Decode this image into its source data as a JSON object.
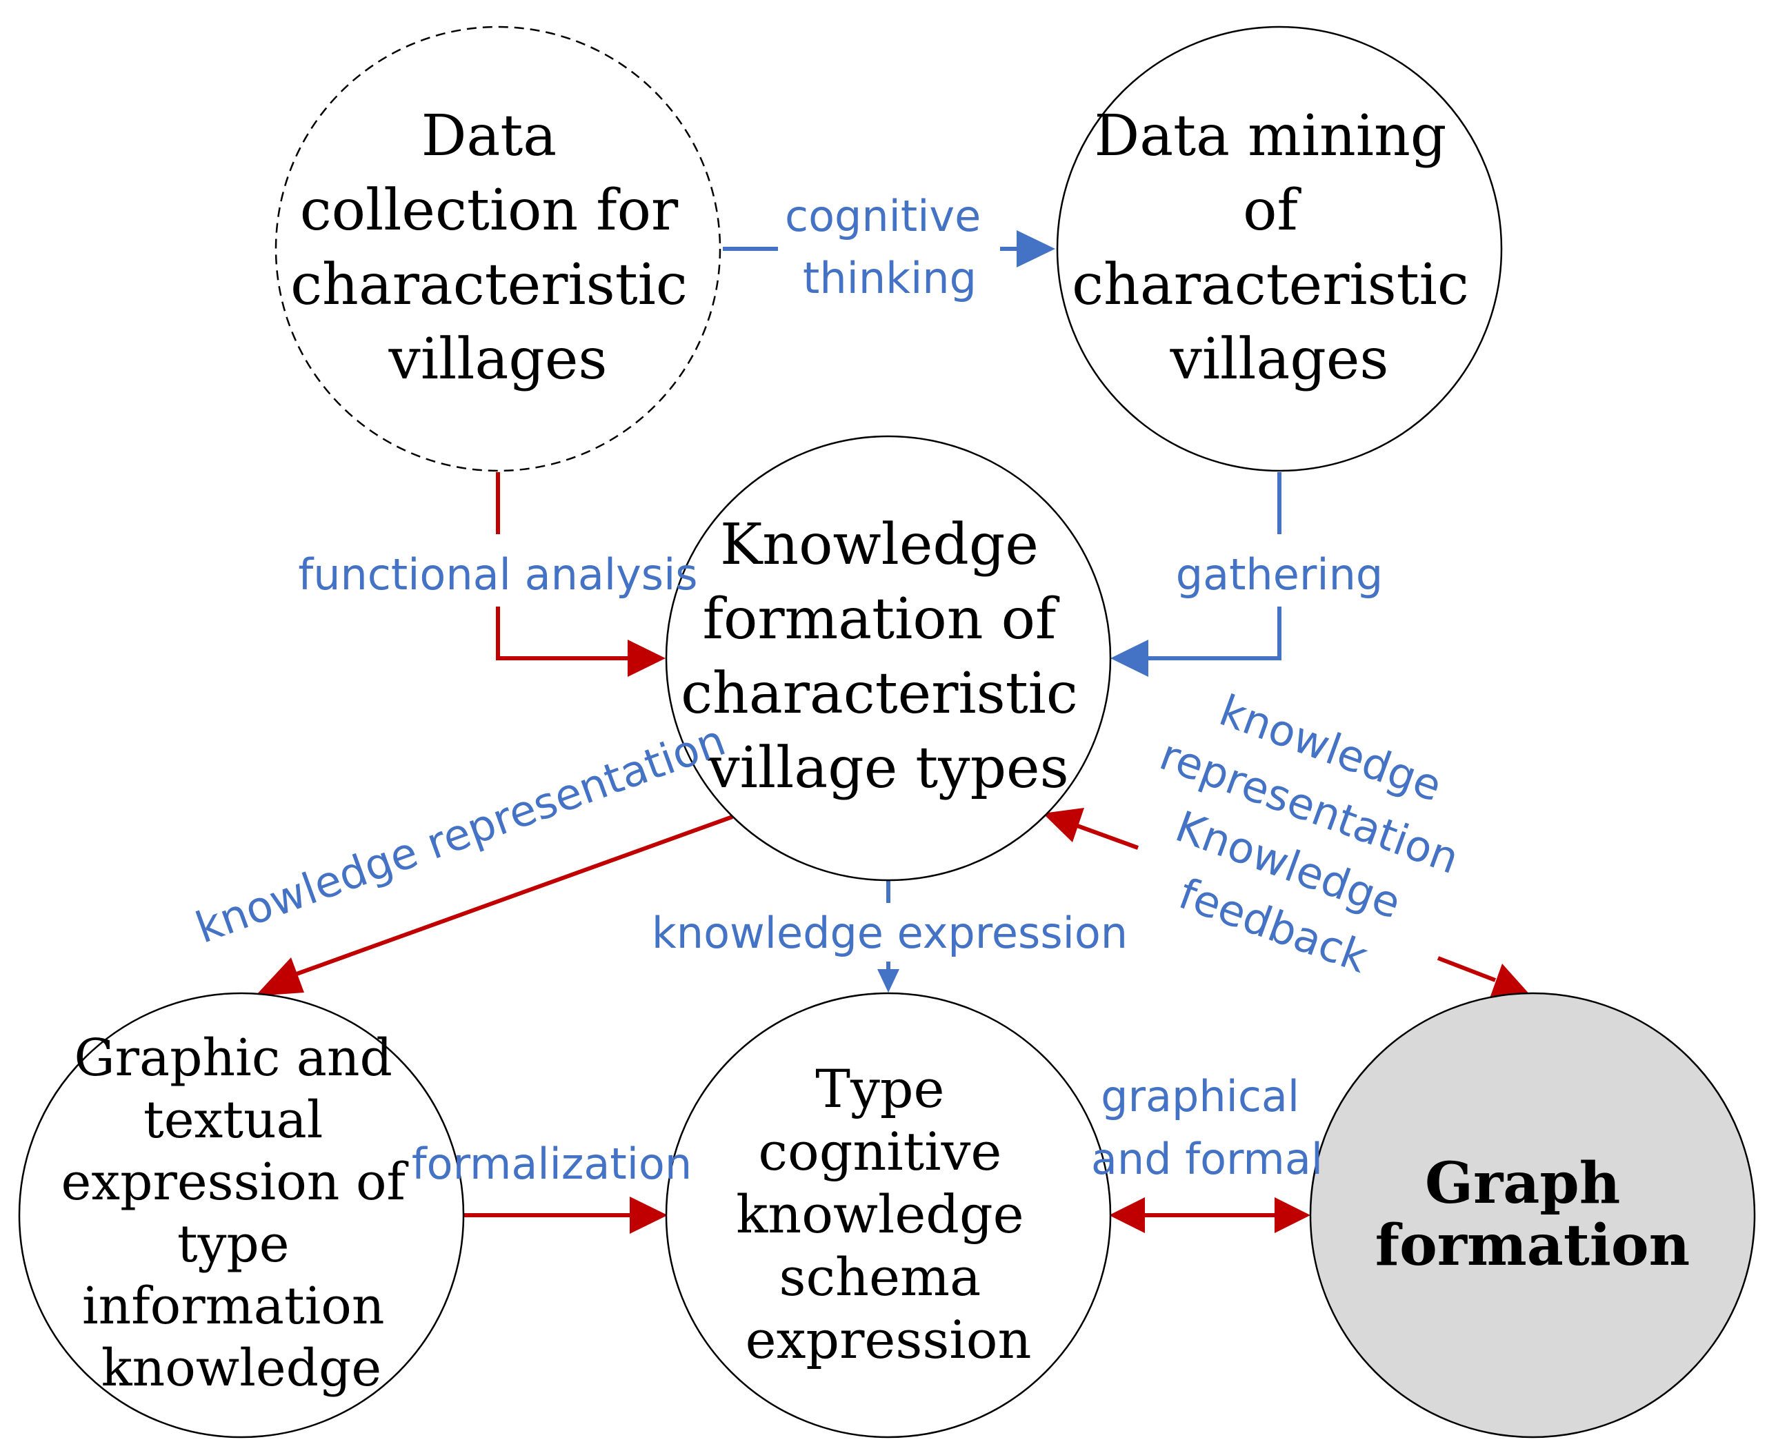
{
  "colors": {
    "blue": "#4472c4",
    "red": "#c00000",
    "node_stroke": "#000000",
    "highlight_fill": "#d9d9d9"
  },
  "nodes": {
    "data_collection": {
      "lines": [
        "Data",
        "collection for",
        "characteristic",
        "villages"
      ]
    },
    "data_mining": {
      "lines": [
        "Data mining",
        "of",
        "characteristic",
        "villages"
      ]
    },
    "knowledge_formation": {
      "lines": [
        "Knowledge",
        "formation of",
        "characteristic",
        "village types"
      ]
    },
    "graphic_textual": {
      "lines": [
        "Graphic and",
        "textual",
        "expression of",
        "type",
        "information",
        "knowledge"
      ]
    },
    "type_schema": {
      "lines": [
        "Type",
        "cognitive",
        "knowledge",
        "schema",
        "expression"
      ]
    },
    "graph_formation": {
      "lines": [
        "Graph",
        "formation"
      ]
    }
  },
  "edges": {
    "cognitive_thinking": {
      "lines": [
        "cognitive",
        "thinking"
      ]
    },
    "functional_analysis": {
      "lines": [
        "functional analysis"
      ]
    },
    "gathering": {
      "lines": [
        "gathering"
      ]
    },
    "knowledge_representation": {
      "lines": [
        "knowledge representation"
      ]
    },
    "knowledge_expression": {
      "lines": [
        "knowledge expression"
      ]
    },
    "representation_feedback": {
      "lines": [
        "knowledge",
        "representation",
        "Knowledge",
        "feedback"
      ]
    },
    "formalization": {
      "lines": [
        "formalization"
      ]
    },
    "graphical_formal": {
      "lines": [
        "graphical",
        "and formal"
      ]
    }
  }
}
